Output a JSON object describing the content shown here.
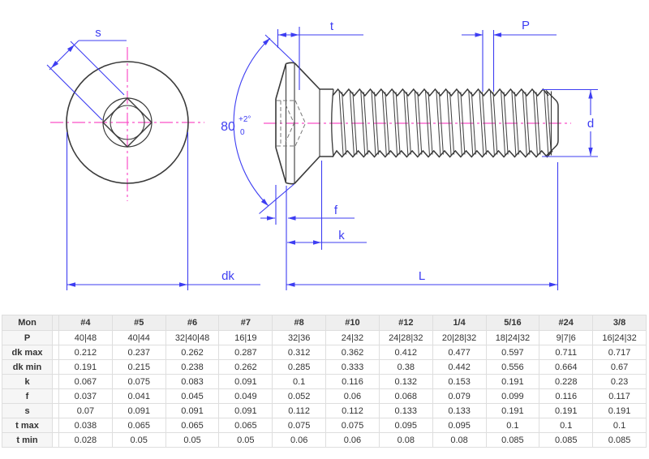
{
  "drawing": {
    "labels": {
      "s": "s",
      "t": "t",
      "p": "P",
      "d": "d",
      "f": "f",
      "k": "k",
      "dk": "dk",
      "l": "L",
      "angle": "80",
      "angle_tol_upper": "+2°",
      "angle_tol_lower": "0"
    },
    "colors": {
      "dimension_blue": "#3d3df2",
      "centerline_pink": "#fb4fc8",
      "outline_dark": "#3a3a3a",
      "hidden_gray": "#777777"
    }
  },
  "table": {
    "header": [
      "Mon",
      "#4",
      "#5",
      "#6",
      "#7",
      "#8",
      "#10",
      "#12",
      "1/4",
      "5/16",
      "#24",
      "3/8"
    ],
    "rows": [
      {
        "label": "P",
        "values": [
          "40|48",
          "40|44",
          "32|40|48",
          "16|19",
          "32|36",
          "24|32",
          "24|28|32",
          "20|28|32",
          "18|24|32",
          "9|7|6",
          "16|24|32"
        ]
      },
      {
        "label": "dk max",
        "values": [
          "0.212",
          "0.237",
          "0.262",
          "0.287",
          "0.312",
          "0.362",
          "0.412",
          "0.477",
          "0.597",
          "0.711",
          "0.717"
        ]
      },
      {
        "label": "dk min",
        "values": [
          "0.191",
          "0.215",
          "0.238",
          "0.262",
          "0.285",
          "0.333",
          "0.38",
          "0.442",
          "0.556",
          "0.664",
          "0.67"
        ]
      },
      {
        "label": "k",
        "values": [
          "0.067",
          "0.075",
          "0.083",
          "0.091",
          "0.1",
          "0.116",
          "0.132",
          "0.153",
          "0.191",
          "0.228",
          "0.23"
        ]
      },
      {
        "label": "f",
        "values": [
          "0.037",
          "0.041",
          "0.045",
          "0.049",
          "0.052",
          "0.06",
          "0.068",
          "0.079",
          "0.099",
          "0.116",
          "0.117"
        ]
      },
      {
        "label": "s",
        "values": [
          "0.07",
          "0.091",
          "0.091",
          "0.091",
          "0.112",
          "0.112",
          "0.133",
          "0.133",
          "0.191",
          "0.191",
          "0.191"
        ]
      },
      {
        "label": "t max",
        "values": [
          "0.038",
          "0.065",
          "0.065",
          "0.065",
          "0.075",
          "0.075",
          "0.095",
          "0.095",
          "0.1",
          "0.1",
          "0.1"
        ]
      },
      {
        "label": "t min",
        "values": [
          "0.028",
          "0.05",
          "0.05",
          "0.05",
          "0.06",
          "0.06",
          "0.08",
          "0.08",
          "0.085",
          "0.085",
          "0.085"
        ]
      }
    ]
  }
}
